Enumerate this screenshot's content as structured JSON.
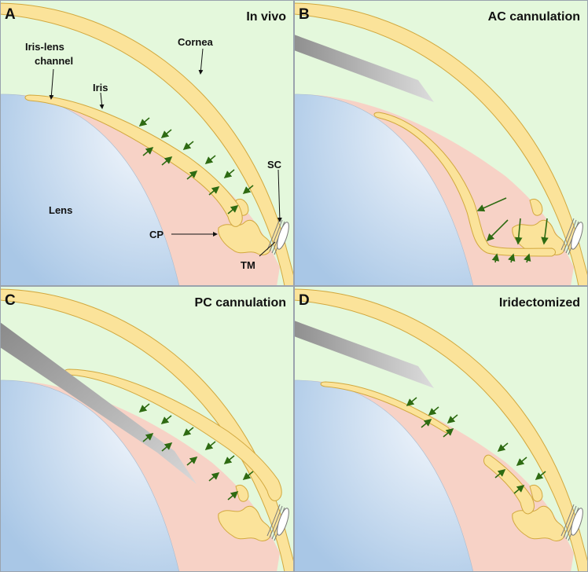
{
  "colors": {
    "aqueous": "#e4f8dc",
    "posterior": "#f7d2c6",
    "cornea": "#fbe39a",
    "cornea_stroke": "#d2a83e",
    "lens_light": "#f6f9fd",
    "lens_dark": "#a9c7e6",
    "arrow": "#2e6b12",
    "panel_border": "#9aa3ad"
  },
  "panels": [
    {
      "letter": "A",
      "title": "In vivo"
    },
    {
      "letter": "B",
      "title": "AC cannulation"
    },
    {
      "letter": "C",
      "title": "PC cannulation"
    },
    {
      "letter": "D",
      "title": "Iridectomized"
    }
  ],
  "labels": {
    "iris_lens_channel_1": "Iris-lens",
    "iris_lens_channel_2": "channel",
    "iris": "Iris",
    "cornea": "Cornea",
    "lens": "Lens",
    "sc": "SC",
    "cp": "CP",
    "tm": "TM"
  }
}
